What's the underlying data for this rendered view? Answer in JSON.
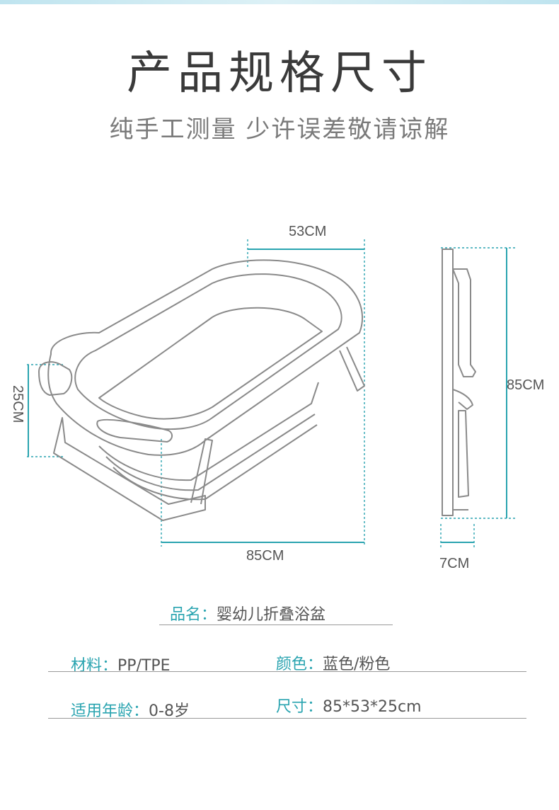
{
  "header": {
    "title": "产品规格尺寸",
    "subtitle": "纯手工测量 少许误差敬请谅解"
  },
  "dimensions": {
    "width": "53CM",
    "height": "25CM",
    "length": "85CM",
    "side_height": "85CM",
    "side_depth": "7CM"
  },
  "specs": {
    "name": {
      "key": "品名：",
      "value": "婴幼儿折叠浴盆"
    },
    "material": {
      "key": "材料：",
      "value": "PP/TPE"
    },
    "color": {
      "key": "颜色：",
      "value": "蓝色/粉色"
    },
    "age": {
      "key": "适用年龄：",
      "value": "0-8岁"
    },
    "size": {
      "key": "尺寸：",
      "value": "85*53*25cm"
    }
  },
  "colors": {
    "accent": "#2aa4b0",
    "dim_line": "#2aa4b0",
    "outline": "#8a8a8a"
  }
}
